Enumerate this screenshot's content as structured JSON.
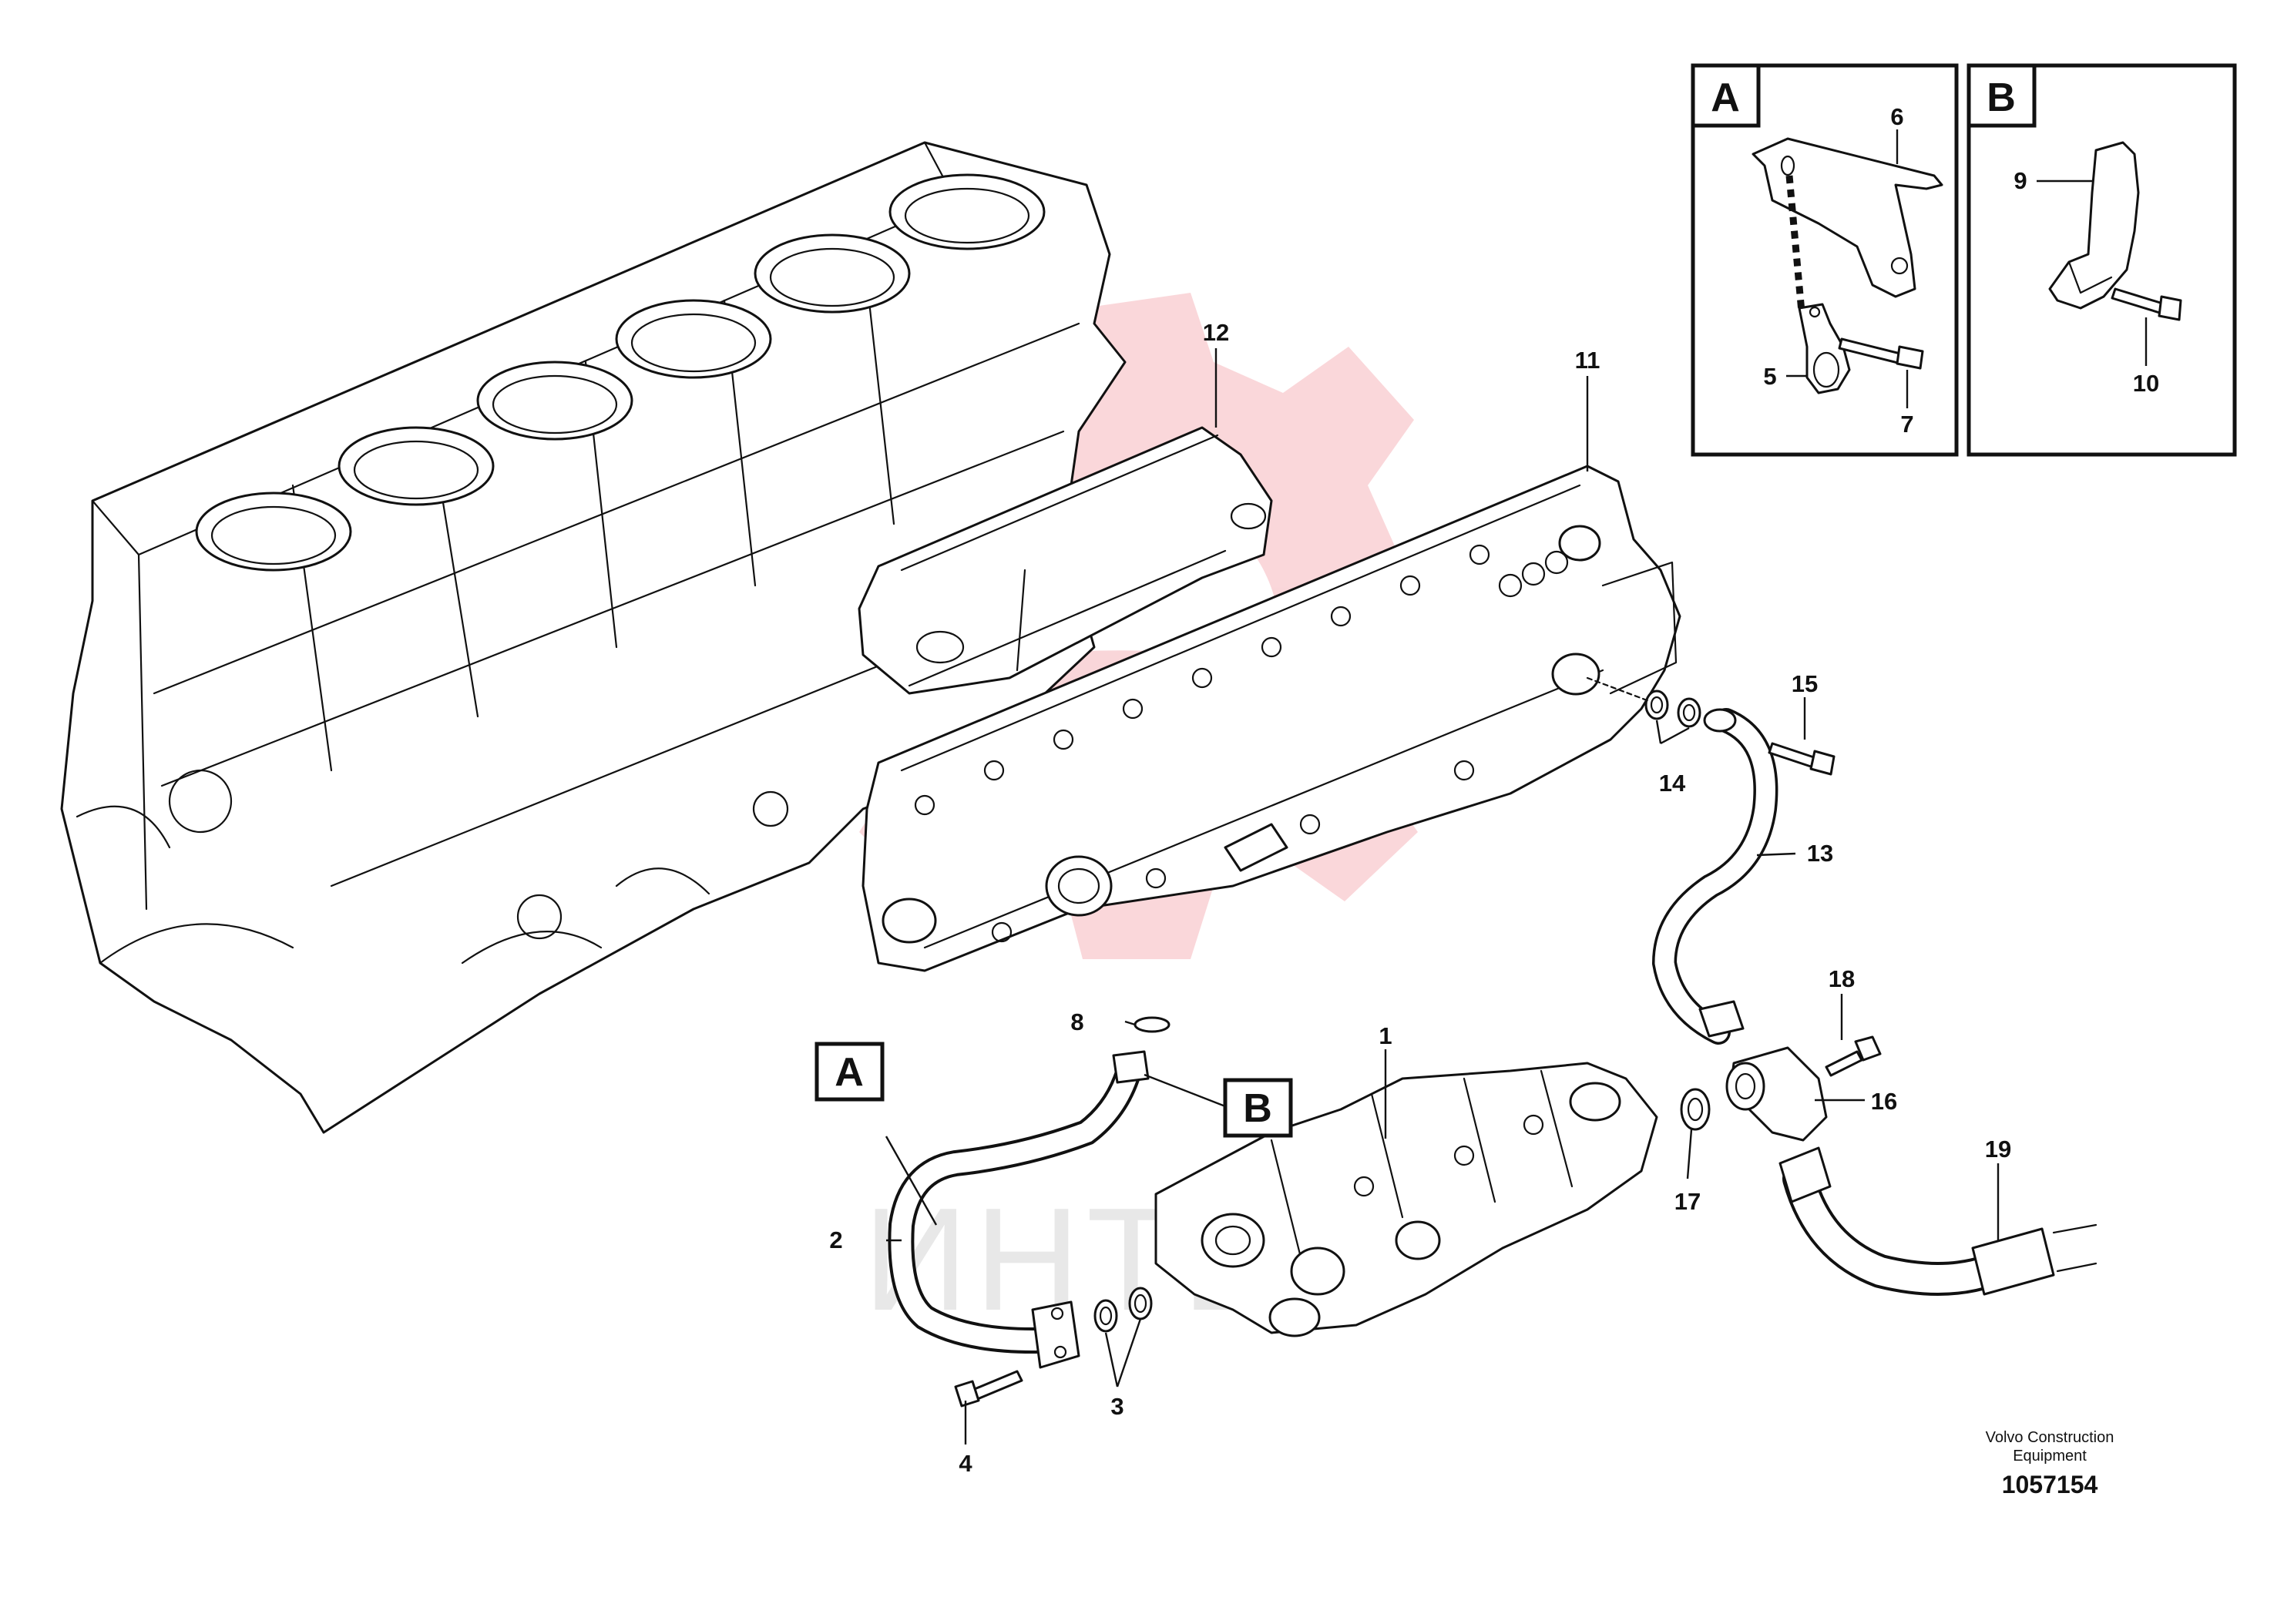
{
  "callouts": {
    "c1": "1",
    "c2": "2",
    "c3": "3",
    "c4": "4",
    "c5": "5",
    "c6": "6",
    "c7": "7",
    "c8": "8",
    "c9": "9",
    "c10": "10",
    "c11": "11",
    "c12": "12",
    "c13": "13",
    "c14": "14",
    "c15": "15",
    "c16": "16",
    "c17": "17",
    "c18": "18",
    "c19": "19"
  },
  "detail_views": {
    "a_label": "A",
    "b_label": "B"
  },
  "references": {
    "a_label": "A",
    "b_label": "B"
  },
  "footer": {
    "company_line1": "Volvo Construction",
    "company_line2": "Equipment",
    "drawing_number": "1057154"
  },
  "watermark": {
    "text": "ИНТЕХ",
    "color": "#f2a0a6"
  }
}
